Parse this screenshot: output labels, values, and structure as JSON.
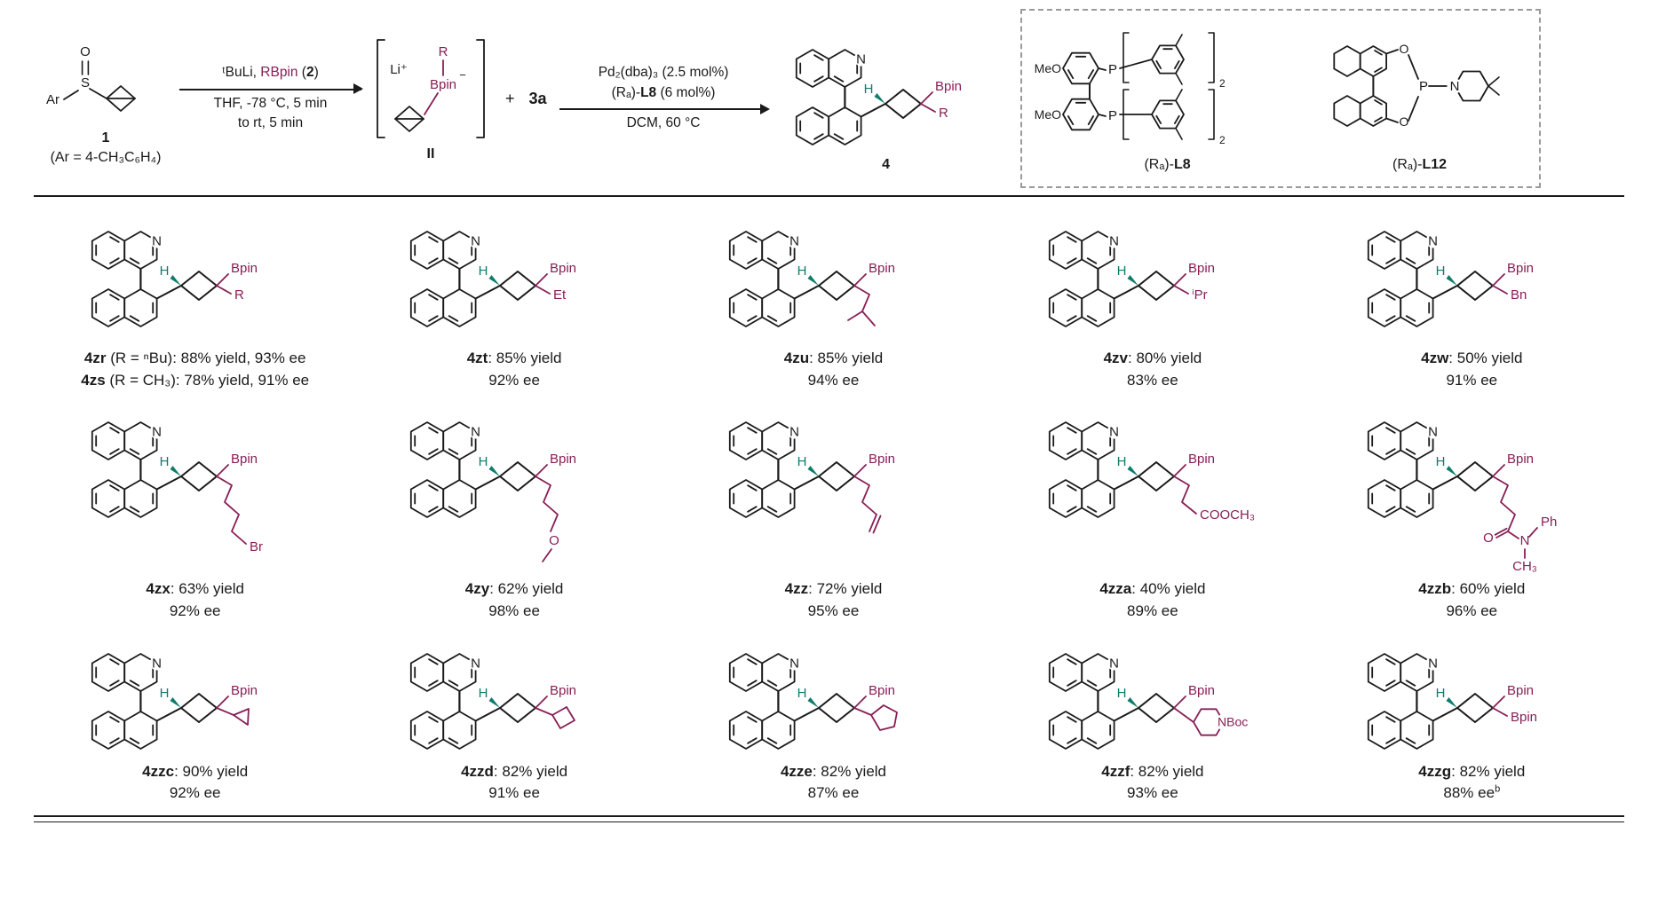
{
  "colors": {
    "accent": "#871f56",
    "h_label": "#0f7c6c",
    "ink": "#1a1a1a",
    "box_border": "#9a9a9a"
  },
  "scheme": {
    "struct_labels": {
      "h": "H",
      "bpin": "Bpin",
      "n": "N"
    },
    "substrate": {
      "ar": "Ar",
      "s": "S",
      "o": "O",
      "num": "1",
      "ar_def": "(Ar = 4-CH₃C₆H₄)"
    },
    "arrow1": {
      "pre": "ᵗBuLi, ",
      "accent": "RBpin",
      "mid": " (",
      "bold": "2",
      "post": ")",
      "cond1": "THF, -78 °C, 5 min",
      "cond2": "to rt, 5 min"
    },
    "intermediate": {
      "li": "Li⁺",
      "r": "R",
      "bpin": "Bpin",
      "charge": "−",
      "num": "II"
    },
    "plus": "+",
    "partner": "3a",
    "arrow2": {
      "line1": "Pd₂(dba)₃ (2.5 mol%)",
      "line2_pre": "(Rₐ)-",
      "line2_bold": "L8",
      "line2_post": " (6 mol%)",
      "cond": "DCM, 60 °C"
    },
    "product": {
      "num": "4",
      "r": "R"
    },
    "ligand_box": {
      "l8": {
        "meo_top": "MeO",
        "meo_bottom": "MeO",
        "p": "P",
        "p2": "P",
        "sub": "2",
        "sub2": "2",
        "label_pre": "(Rₐ)-",
        "label_bold": "L8"
      },
      "l12": {
        "o_top": "O",
        "o_bottom": "O",
        "p": "P",
        "n": "N",
        "label_pre": "(Rₐ)-",
        "label_bold": "L12"
      }
    }
  },
  "products": [
    {
      "id": "4zr-4zs",
      "c1b": "4zr",
      "c1t": " (R = ⁿBu): 88% yield, 93% ee",
      "c2b": "4zs",
      "c2t": " (R = CH₃): 78% yield, 91% ee",
      "c2s": "",
      "r": "text",
      "rl": "R",
      "vh": 160
    },
    {
      "id": "4zt",
      "c1b": "4zt",
      "c1t": ": 85% yield",
      "c2b": "",
      "c2t": "92% ee",
      "c2s": "",
      "r": "text",
      "rl": "Et",
      "vh": 160
    },
    {
      "id": "4zu",
      "c1b": "4zu",
      "c1t": ": 85% yield",
      "c2b": "",
      "c2t": "94% ee",
      "c2s": "",
      "r": "ibu",
      "rl": "",
      "vh": 160
    },
    {
      "id": "4zv",
      "c1b": "4zv",
      "c1t": ": 80% yield",
      "c2b": "",
      "c2t": "83% ee",
      "c2s": "",
      "r": "text",
      "rl": "ⁱPr",
      "vh": 160
    },
    {
      "id": "4zw",
      "c1b": "4zw",
      "c1t": ": 50% yield",
      "c2b": "",
      "c2t": "91% ee",
      "c2s": "",
      "r": "text",
      "rl": "Bn",
      "vh": 160
    },
    {
      "id": "4zx",
      "c1b": "4zx",
      "c1t": ": 63% yield",
      "c2b": "",
      "c2t": "92% ee",
      "c2s": "",
      "r": "chbr",
      "rl": "Br",
      "vh": 205
    },
    {
      "id": "4zy",
      "c1b": "4zy",
      "c1t": ": 62% yield",
      "c2b": "",
      "c2t": "98% ee",
      "c2s": "",
      "r": "chome",
      "rl": "O",
      "vh": 205
    },
    {
      "id": "4zz",
      "c1b": "4zz",
      "c1t": ": 72% yield",
      "c2b": "",
      "c2t": "95% ee",
      "c2s": "",
      "r": "allyl",
      "rl": "",
      "vh": 205
    },
    {
      "id": "4zza",
      "c1b": "4zza",
      "c1t": ": 40% yield",
      "c2b": "",
      "c2t": "89% ee",
      "c2s": "",
      "r": "ester",
      "rl": "COOCH₃",
      "vh": 205
    },
    {
      "id": "4zzb",
      "c1b": "4zzb",
      "c1t": ": 60% yield",
      "c2b": "",
      "c2t": "96% ee",
      "c2s": "",
      "r": "amide",
      "rl": "",
      "rl_o": "O",
      "rl_n": "N",
      "rl_ph": "Ph",
      "rl_me": "CH₃",
      "vh": 205
    },
    {
      "id": "4zzc",
      "c1b": "4zzc",
      "c1t": ": 90% yield",
      "c2b": "",
      "c2t": "92% ee",
      "c2s": "",
      "r": "cpr",
      "rl": "",
      "vh": 150
    },
    {
      "id": "4zzd",
      "c1b": "4zzd",
      "c1t": ": 82% yield",
      "c2b": "",
      "c2t": "91% ee",
      "c2s": "",
      "r": "cbu",
      "rl": "",
      "vh": 150
    },
    {
      "id": "4zze",
      "c1b": "4zze",
      "c1t": ": 82% yield",
      "c2b": "",
      "c2t": "87% ee",
      "c2s": "",
      "r": "cpe",
      "rl": "",
      "vh": 150
    },
    {
      "id": "4zzf",
      "c1b": "4zzf",
      "c1t": ": 82% yield",
      "c2b": "",
      "c2t": "93% ee",
      "c2s": "",
      "r": "pip",
      "rl": "NBoc",
      "vh": 150
    },
    {
      "id": "4zzg",
      "c1b": "4zzg",
      "c1t": ": 82% yield",
      "c2b": "",
      "c2t": "88% ee",
      "c2s": "b",
      "r": "text",
      "rl": "Bpin",
      "vh": 150
    }
  ]
}
